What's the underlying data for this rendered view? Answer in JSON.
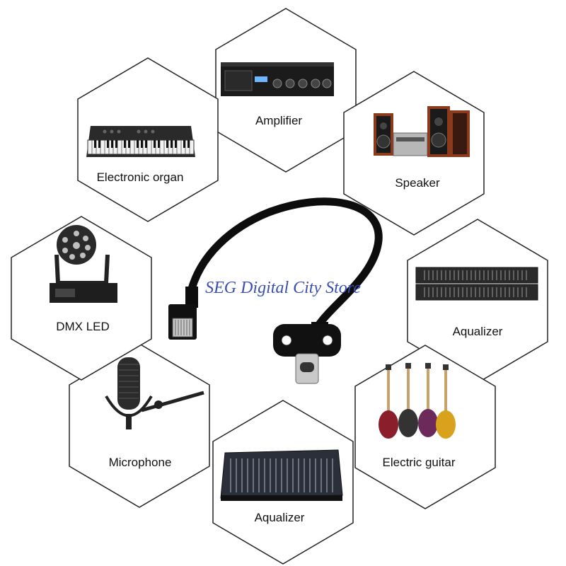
{
  "watermark": "SEG Digital City Store",
  "tiles": [
    {
      "id": "amplifier",
      "label": "Amplifier",
      "icon": "amplifier-icon"
    },
    {
      "id": "speaker",
      "label": "Speaker",
      "icon": "speaker-icon"
    },
    {
      "id": "equalizer-rack",
      "label": "Aqualizer",
      "icon": "equalizer-rack-icon"
    },
    {
      "id": "electric-guitar",
      "label": "Electric guitar",
      "icon": "electric-guitar-icon"
    },
    {
      "id": "mixer",
      "label": "Aqualizer",
      "icon": "mixing-console-icon"
    },
    {
      "id": "microphone",
      "label": "Microphone",
      "icon": "microphone-icon"
    },
    {
      "id": "dmx-led",
      "label": "DMX LED",
      "icon": "moving-head-light-icon"
    },
    {
      "id": "electronic-organ",
      "label": "Electronic organ",
      "icon": "keyboard-icon"
    }
  ],
  "colors": {
    "outline": "#222222",
    "background": "#ffffff",
    "cable": "#0d0d0d",
    "watermark": "#3a4fb0"
  }
}
